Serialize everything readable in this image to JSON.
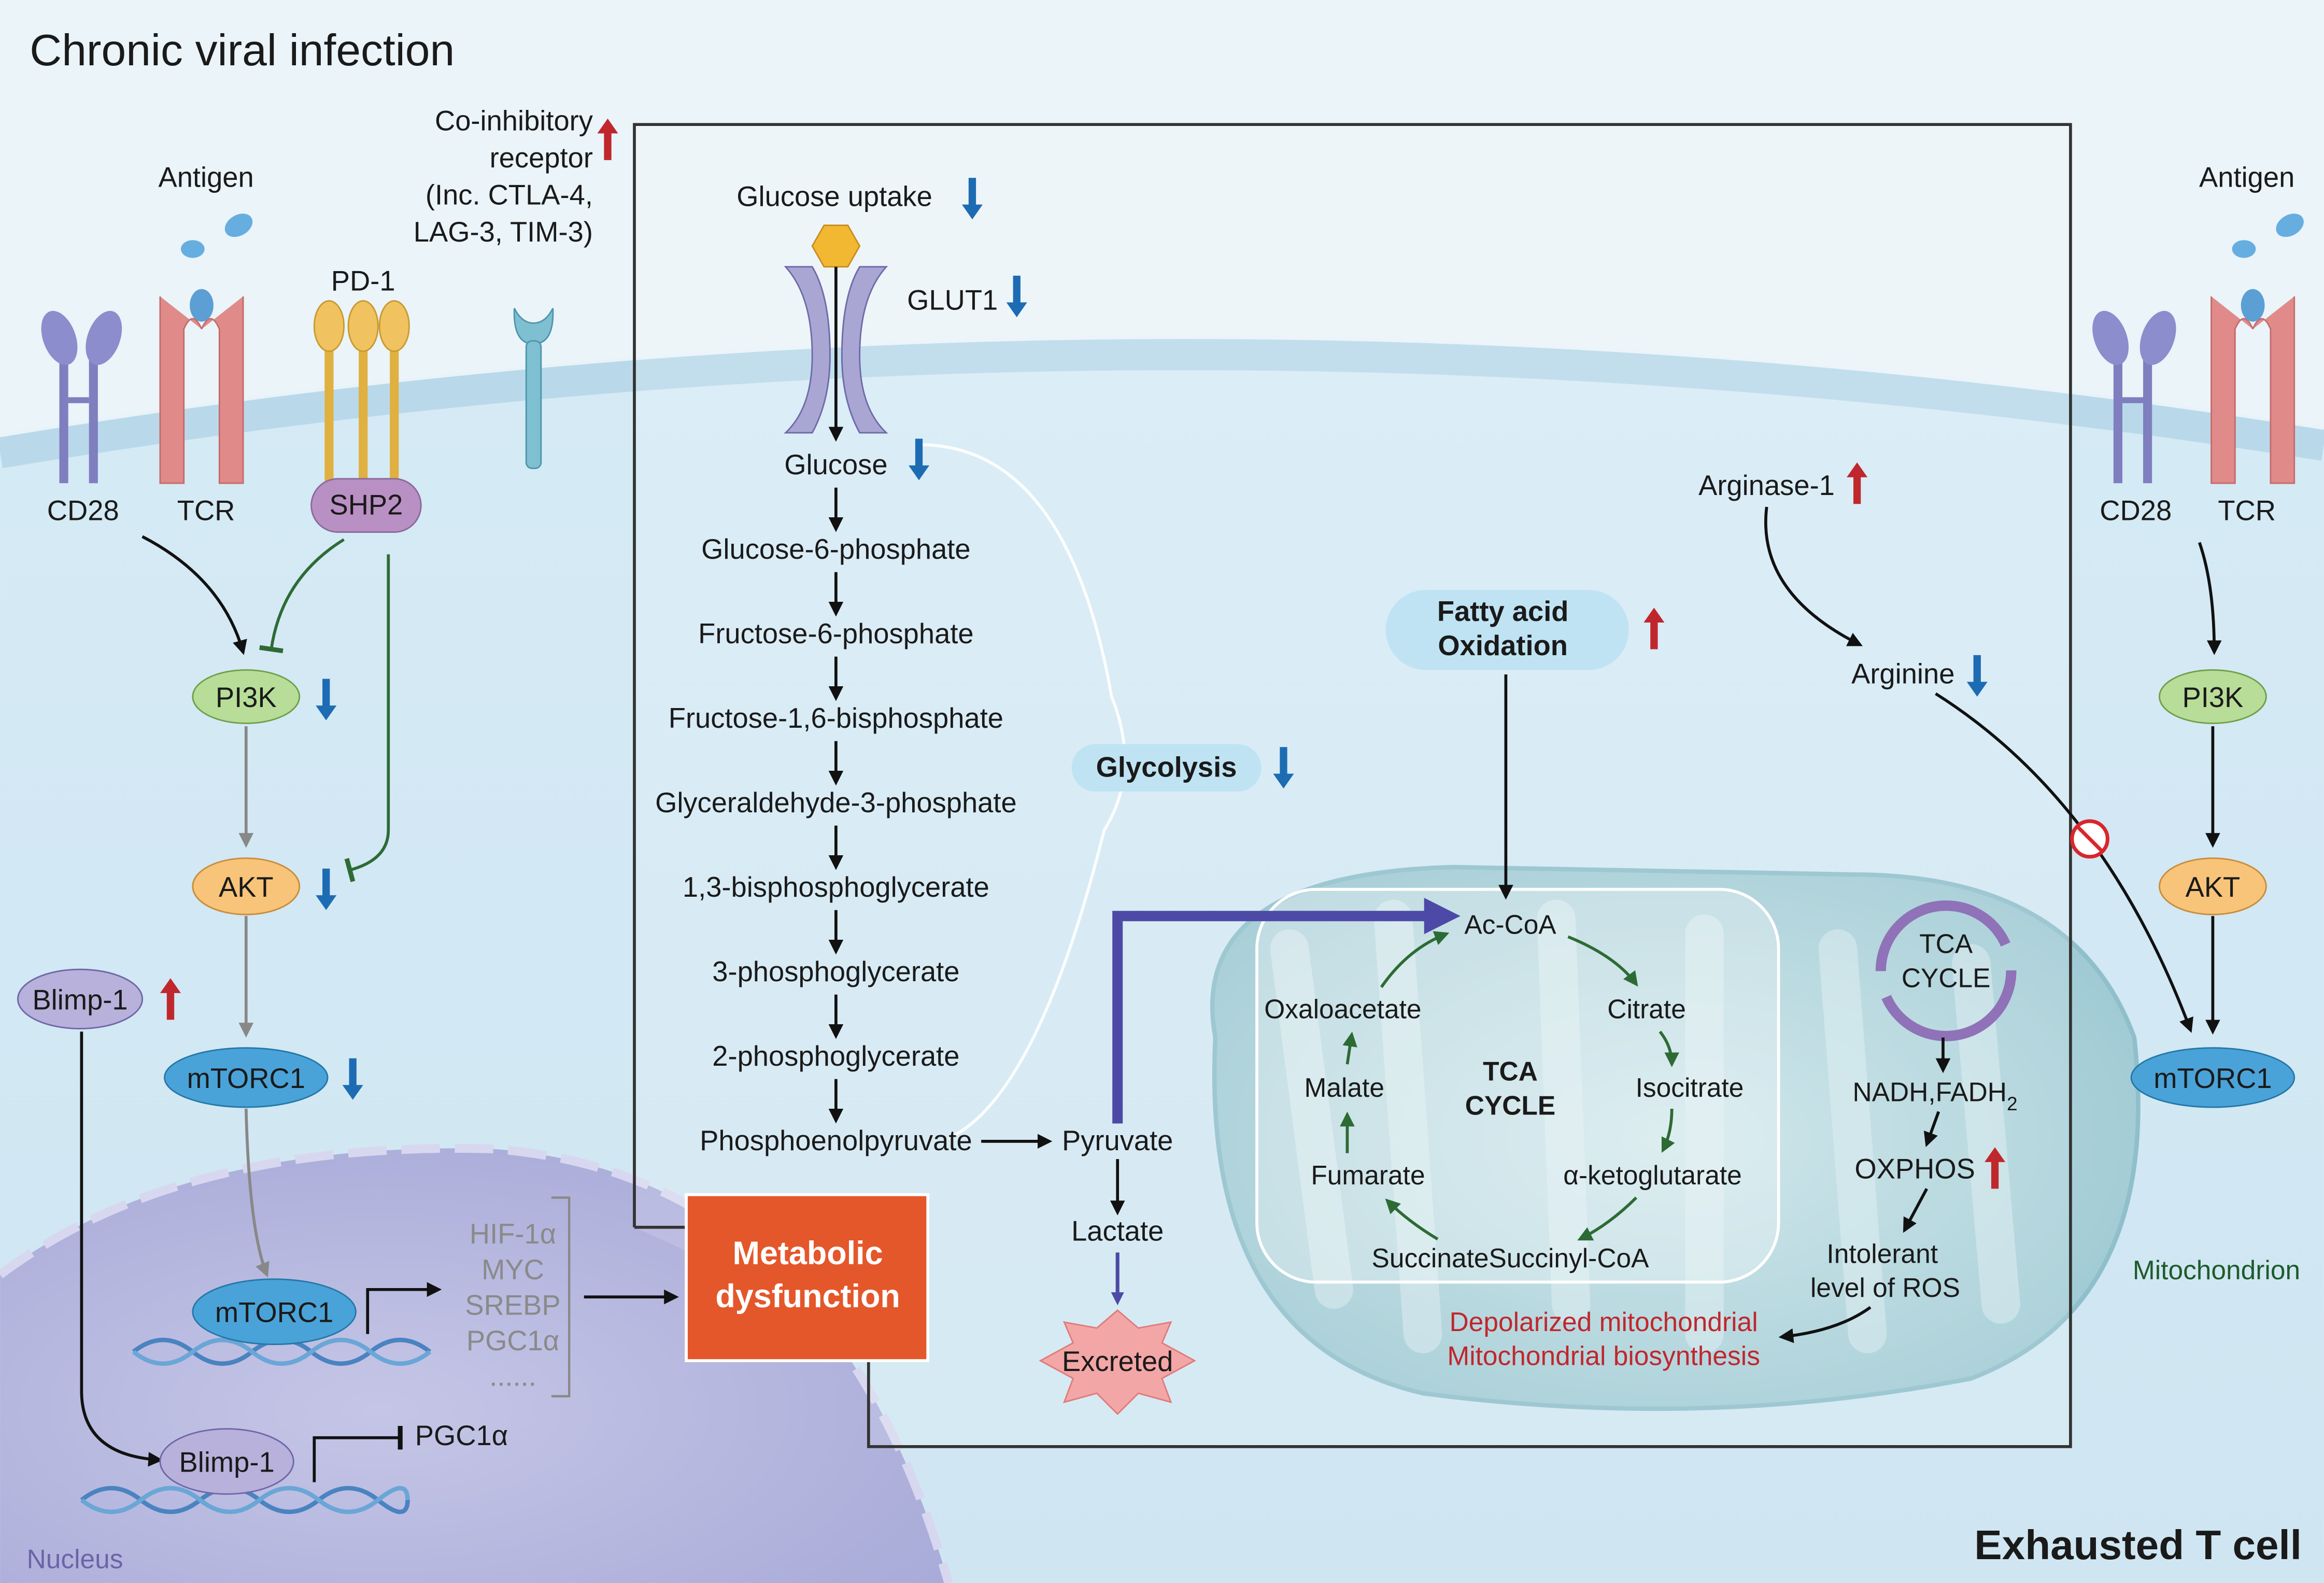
{
  "title": "Chronic viral infection",
  "cell_label": "Exhausted T cell",
  "nucleus_label": "Nucleus",
  "mitochondrion_label": "Mitochondrion",
  "left": {
    "antigen": "Antigen",
    "pd1": "PD-1",
    "coinhibitory": [
      "Co-inhibitory",
      "receptor",
      "(Inc. CTLA-4,",
      "LAG-3, TIM-3)"
    ],
    "cd28": "CD28",
    "tcr": "TCR",
    "shp2": "SHP2",
    "pi3k": "PI3K",
    "akt": "AKT",
    "blimp1": "Blimp-1",
    "mtorc1": "mTORC1",
    "mtorc1_nucleus": "mTORC1",
    "targets": [
      "HIF-1α",
      "MYC",
      "SREBP",
      "PGC1α",
      "......"
    ],
    "blimp1_nucleus": "Blimp-1",
    "pgc1a": "PGC1α"
  },
  "metabolic_dysfunction": [
    "Metabolic",
    "dysfunction"
  ],
  "glycolysis": {
    "uptake": "Glucose uptake",
    "transporter": "GLUT1",
    "steps": [
      "Glucose",
      "Glucose-6-phosphate",
      "Fructose-6-phosphate",
      "Fructose-1,6-bisphosphate",
      "Glyceraldehyde-3-phosphate",
      "1,3-bisphosphoglycerate",
      "3-phosphoglycerate",
      "2-phosphoglycerate",
      "Phosphoenolpyruvate"
    ],
    "label": "Glycolysis",
    "pyruvate": "Pyruvate",
    "lactate": "Lactate",
    "excreted": "Excreted"
  },
  "fao": [
    "Fatty acid",
    "Oxidation"
  ],
  "tca": {
    "acoa": "Ac-CoA",
    "citrate": "Citrate",
    "isocitrate": "Isocitrate",
    "akg": "α-ketoglutarate",
    "succ": "SuccinateSuccinyl-CoA",
    "fumarate": "Fumarate",
    "malate": "Malate",
    "oxaloacetate": "Oxaloacetate",
    "center": [
      "TCA",
      "CYCLE"
    ],
    "small": [
      "TCA",
      "CYCLE"
    ],
    "nadh": "NADH,FADH",
    "nadh_sub": "2",
    "oxphos": "OXPHOS",
    "ros": [
      "Intolerant",
      "level of ROS"
    ],
    "depolarized": [
      "Depolarized mitochondrial",
      "Mitochondrial biosynthesis"
    ]
  },
  "right": {
    "arginase": "Arginase-1",
    "arginine": "Arginine",
    "antigen": "Antigen",
    "cd28": "CD28",
    "tcr": "TCR",
    "pi3k": "PI3K",
    "akt": "AKT",
    "mtorc1": "mTORC1"
  },
  "colors": {
    "up_arrow": "#c0272d",
    "down_arrow": "#1d6cb3",
    "dysfunction_box": "#e4572a",
    "pyruvate_arrow": "#4c4aa6"
  }
}
